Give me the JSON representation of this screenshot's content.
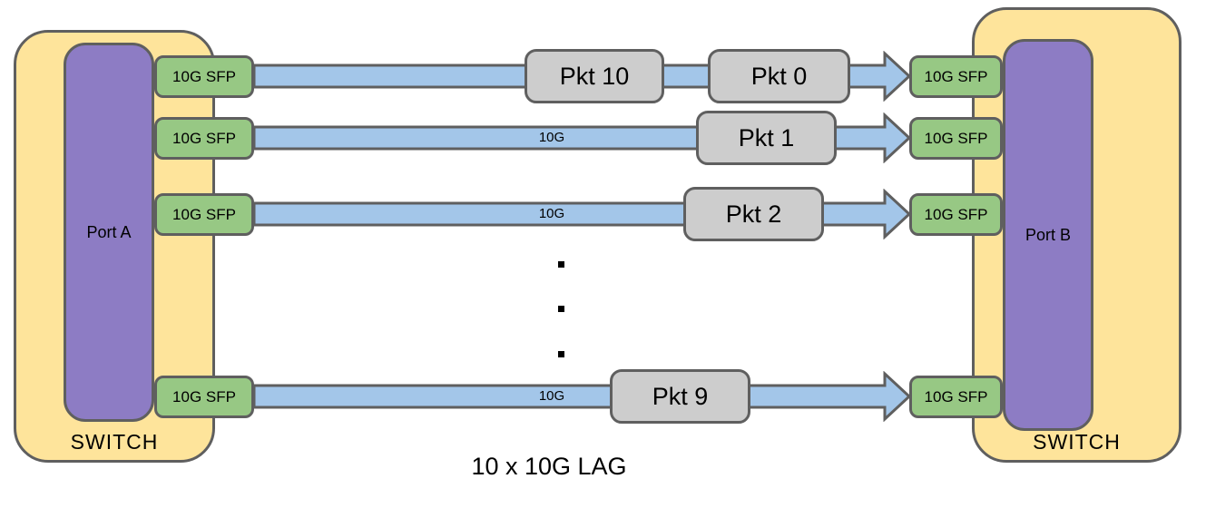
{
  "title": "10 x 10G LAG",
  "left_switch": {
    "label": "SWITCH",
    "port": "Port A"
  },
  "right_switch": {
    "label": "SWITCH",
    "port": "Port B"
  },
  "sfp_label": "10G SFP",
  "links": [
    {
      "packets": [
        "Pkt 10",
        "Pkt 0"
      ]
    },
    {
      "speed_label": "10G",
      "packets": [
        "Pkt 1"
      ]
    },
    {
      "speed_label": "10G",
      "packets": [
        "Pkt 2"
      ]
    },
    {
      "speed_label": "10G",
      "packets": [
        "Pkt 9"
      ]
    }
  ],
  "ellipsis_dot_count": 3,
  "colors": {
    "switch_fill": "#FEE49B",
    "port_fill": "#8D7CC4",
    "sfp_fill": "#97C884",
    "arrow_fill": "#A3C6E9",
    "packet_fill": "#CDCDCD",
    "outline": "#5F5F5F",
    "text": "#000000"
  }
}
